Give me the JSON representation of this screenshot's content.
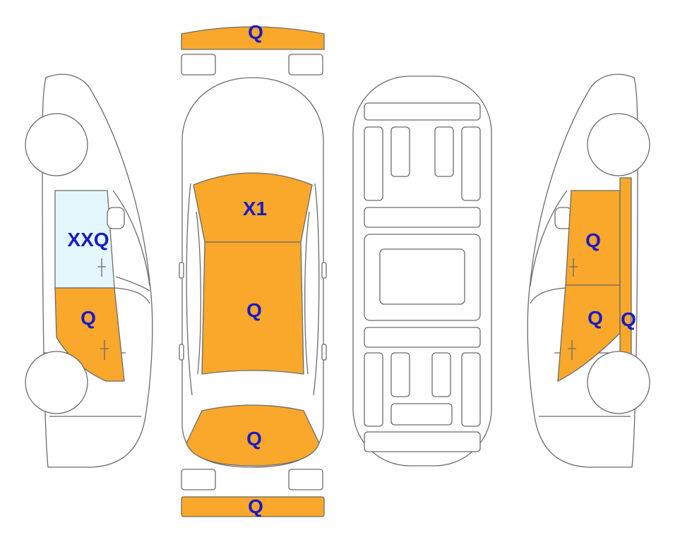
{
  "colors": {
    "damage_fill": "#F9A82B",
    "glass_fill": "#E4F7FC",
    "label_color": "#1A1AC8",
    "outline": "#6B6B6B"
  },
  "labels": {
    "front_bumper": "Q",
    "hood": "X1",
    "roof": "Q",
    "trunk": "Q",
    "rear_bumper": "Q",
    "left_front_window": "XXQ",
    "left_front_door": "Q",
    "right_front_door": "Q",
    "right_rear_door": "Q",
    "right_pillar": "Q"
  }
}
